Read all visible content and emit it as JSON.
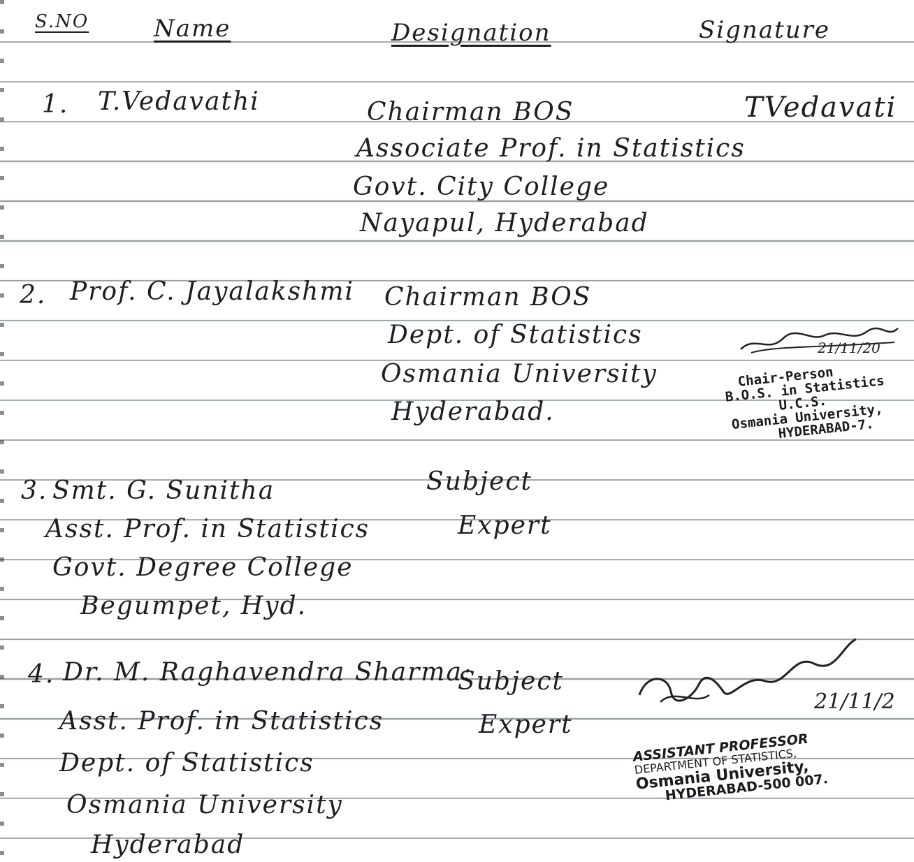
{
  "header": {
    "sno": "S.NO",
    "name": "Name",
    "designation": "Designation",
    "signature": "Signature"
  },
  "members": [
    {
      "number": "1.",
      "name": "T.Vedavathi",
      "designation": [
        "Chairman BOS",
        "Associate Prof. in Statistics",
        "Govt. City College",
        "Nayapul, Hyderabad"
      ],
      "signature_text": "TVedavati"
    },
    {
      "number": "2.",
      "name": "Prof. C. Jayalakshmi",
      "designation": [
        "Chairman BOS",
        "Dept. of Statistics",
        "Osmania University",
        "Hyderabad."
      ],
      "signature_date": "21/11/20",
      "stamp": [
        "Chair-Person",
        "B.O.S. in Statistics",
        "U.C.S.",
        "Osmania University,",
        "HYDERABAD-7."
      ]
    },
    {
      "number": "3.",
      "name": "Smt. G. Sunitha",
      "designation": [
        "Subject",
        "Expert"
      ],
      "details": [
        "Asst. Prof. in Statistics",
        "Govt. Degree College",
        "Begumpet, Hyd."
      ]
    },
    {
      "number": "4.",
      "name": "Dr. M. Raghavendra Sharma:",
      "designation": [
        "Subject",
        "Expert"
      ],
      "details": [
        "Asst. Prof. in Statistics",
        "Dept. of Statistics",
        "Osmania University",
        "Hyderabad"
      ],
      "signature_date": "21/11/2",
      "stamp": [
        "ASSISTANT PROFESSOR",
        "DEPARTMENT OF STATISTICS,",
        "Osmania University,",
        "HYDERABAD-500 007."
      ]
    }
  ]
}
